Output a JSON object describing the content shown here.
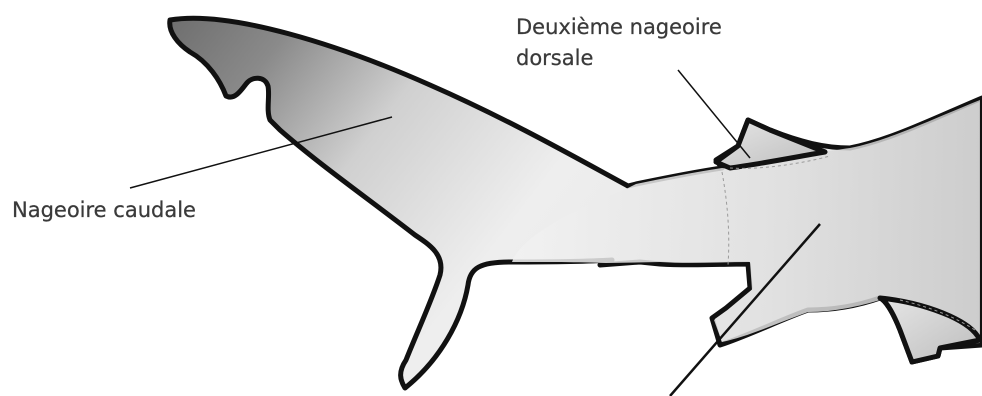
{
  "labels": {
    "second_dorsal_fin": {
      "line1": "Deuxième nageoire",
      "line2": "dorsale"
    },
    "caudal_fin": "Nageoire caudale"
  }
}
